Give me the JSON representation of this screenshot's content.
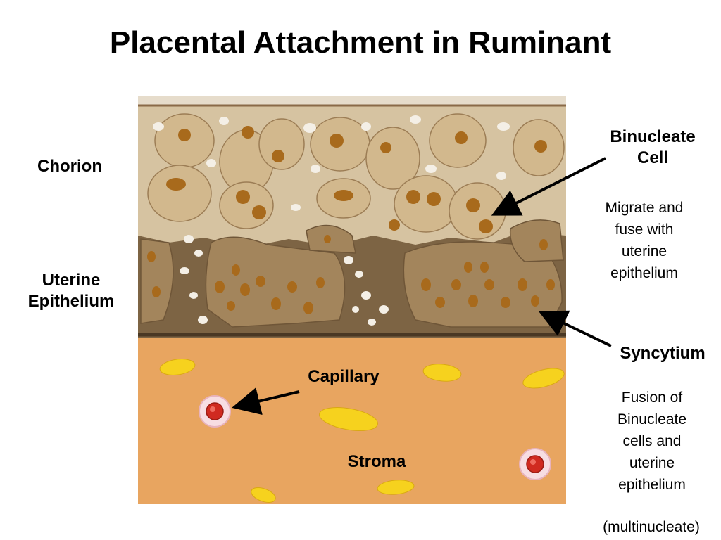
{
  "slide": {
    "title": "Placental Attachment in Ruminant"
  },
  "labels": {
    "chorion": "Chorion",
    "uterine_line1": "Uterine",
    "uterine_line2": "Epithelium",
    "binucleate_line1": "Binucleate",
    "binucleate_line2": "Cell",
    "syncytium": "Syncytium",
    "capillary": "Capillary",
    "stroma": "Stroma"
  },
  "notes": {
    "binucleate": [
      "Migrate and",
      "fuse with",
      "uterine",
      "epithelium"
    ],
    "syncytium": [
      "Fusion of",
      "Binucleate",
      "cells and",
      "uterine",
      "epithelium"
    ],
    "multinucleate": "(multinucleate)"
  },
  "colors": {
    "chorion_layer": "#d6c3a1",
    "chorion_cell": "#d2b88d",
    "nucleus": "#a86a1c",
    "uterine_layer": "#7d6444",
    "syncytium_cell": "#a3855c",
    "stroma": "#e8a560",
    "stroma_cell": "#f6d21e",
    "capillary_rbc": "#d02a20",
    "arrow": "#000000"
  }
}
